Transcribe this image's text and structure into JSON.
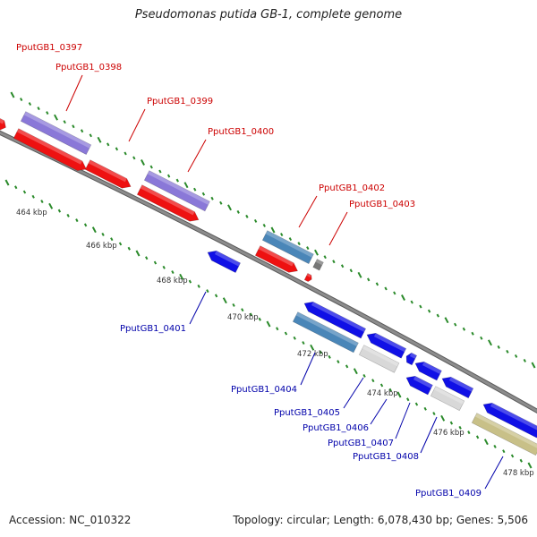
{
  "title": "Pseudomonas putida GB-1, complete genome",
  "footer": {
    "accession": "Accession: NC_010322",
    "summary": "Topology: circular; Length: 6,078,430 bp; Genes: 5,506"
  },
  "colors": {
    "forward_label": "#cc0000",
    "reverse_label": "#0000aa",
    "backbone": "#8c8c8c",
    "tick": "#2a8a2a",
    "red": "#ee1111",
    "purple": "#8a78d8",
    "steelblue": "#4a86b8",
    "blue": "#1010e6",
    "lightgray": "#d8d8d8",
    "darkgray": "#777777",
    "khaki": "#c8c088"
  },
  "ticks": [
    "464 kbp",
    "466 kbp",
    "468 kbp",
    "470 kbp",
    "472 kbp",
    "474 kbp",
    "476 kbp",
    "478 kbp"
  ],
  "genes": [
    {
      "label": "PputGB1_0397",
      "strand": "forward"
    },
    {
      "label": "PputGB1_0398",
      "strand": "forward"
    },
    {
      "label": "PputGB1_0399",
      "strand": "forward"
    },
    {
      "label": "PputGB1_0400",
      "strand": "forward"
    },
    {
      "label": "PputGB1_0402",
      "strand": "forward"
    },
    {
      "label": "PputGB1_0403",
      "strand": "forward"
    },
    {
      "label": "PputGB1_0401",
      "strand": "reverse"
    },
    {
      "label": "PputGB1_0404",
      "strand": "reverse"
    },
    {
      "label": "PputGB1_0405",
      "strand": "reverse"
    },
    {
      "label": "PputGB1_0406",
      "strand": "reverse"
    },
    {
      "label": "PputGB1_0407",
      "strand": "reverse"
    },
    {
      "label": "PputGB1_0408",
      "strand": "reverse"
    },
    {
      "label": "PputGB1_0409",
      "strand": "reverse"
    }
  ]
}
